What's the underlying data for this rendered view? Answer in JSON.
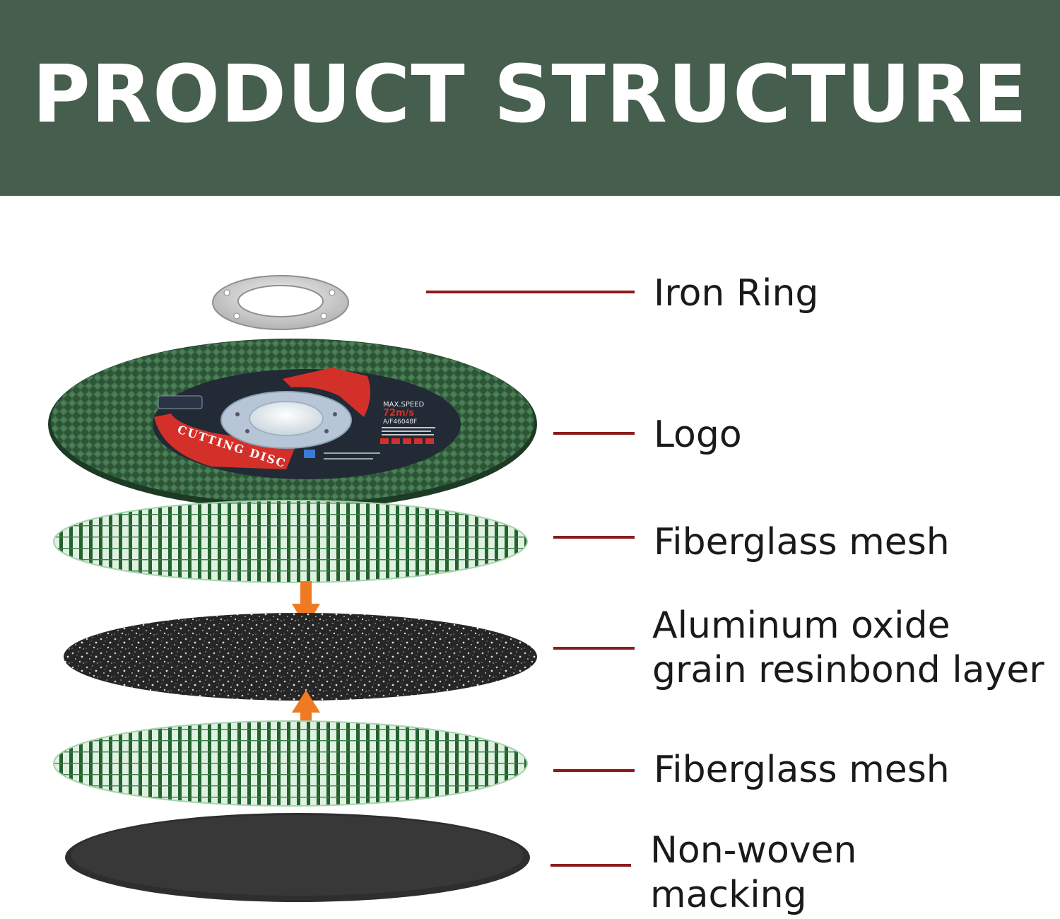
{
  "header": {
    "title": "PRODUCT STRUCTURE"
  },
  "colors": {
    "header_bg": "#465e4d",
    "leader_line": "#8b1c1c",
    "arrow": "#f07a22",
    "disc_green": "#2f5a3a",
    "logo_red": "#d4302a",
    "mesh_green": "#1f5a2c",
    "grain_dark": "#2a2a2a"
  },
  "disc_print": {
    "brand_line": "CUTTING DISC",
    "speed_label": "MAX.SPEED",
    "speed_value": "72m/s",
    "spec_code": "A/F46048F"
  },
  "layers": [
    {
      "label": "Iron Ring"
    },
    {
      "label": "Logo"
    },
    {
      "label": "Fiberglass mesh"
    },
    {
      "label_line1": "Aluminum oxide",
      "label_line2": "grain resinbond layer"
    },
    {
      "label": "Fiberglass mesh"
    },
    {
      "label_line1": "Non-woven",
      "label_line2": "macking"
    }
  ]
}
